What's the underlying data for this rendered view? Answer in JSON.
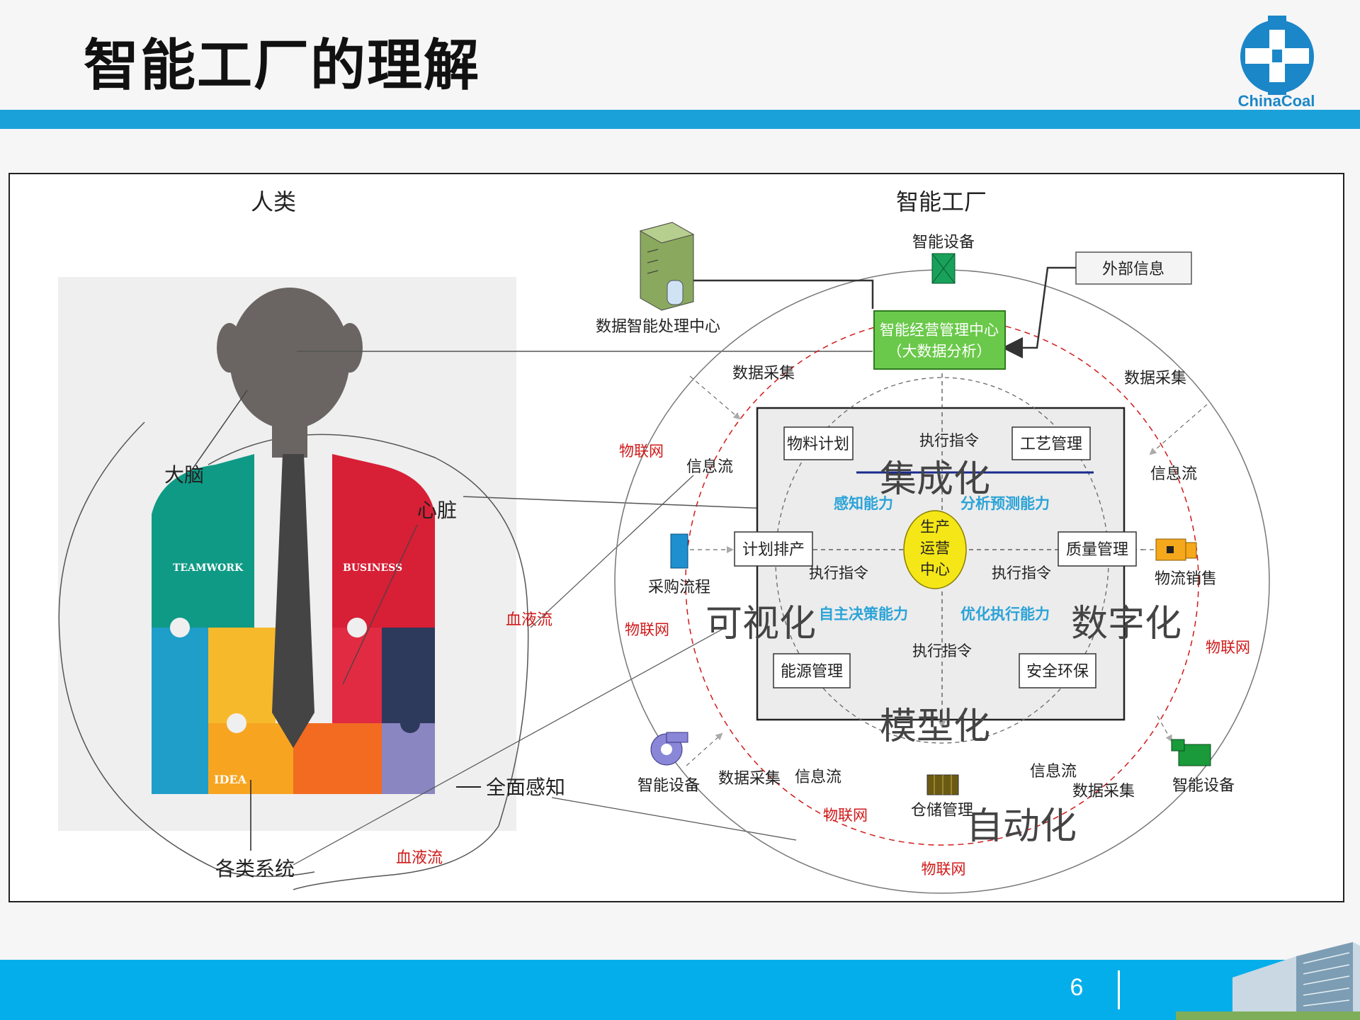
{
  "slide": {
    "title": "智能工厂的理解",
    "page_number": "6",
    "logo_text": "ChinaCoal"
  },
  "colors": {
    "accent_bar": "#1aa1da",
    "footer_bar": "#04aeea",
    "logo_blue": "#1b86c8",
    "green_box": "#6ac94a",
    "center_yellow": "#f5e617",
    "iot_red": "#d01a1a",
    "capability_blue": "#2ba3d8"
  },
  "diagram": {
    "left": {
      "heading": "人类",
      "brain": "大脑",
      "heart": "心脏",
      "blood_flow_1": "血液流",
      "blood_flow_2": "血液流",
      "full_perception": "全面感知",
      "systems": "各类系统",
      "teamwork": "TEAMWORK",
      "business": "BUSINESS",
      "idea": "IDEA"
    },
    "right": {
      "heading": "智能工厂",
      "top_device": "智能设备",
      "external_info": "外部信息",
      "data_center": "数据智能处理中心",
      "mgmt_center_line1": "智能经营管理中心",
      "mgmt_center_line2": "（大数据分析）",
      "data_collect_tl": "数据采集",
      "data_collect_tr": "数据采集",
      "data_collect_bl": "数据采集",
      "data_collect_br": "数据采集",
      "info_flow_l": "信息流",
      "info_flow_r": "信息流",
      "info_flow_bl": "信息流",
      "info_flow_br": "信息流",
      "iot_1": "物联网",
      "iot_2": "物联网",
      "iot_3": "物联网",
      "iot_4": "物联网",
      "iot_5": "物联网",
      "material_plan": "物料计划",
      "process_mgmt": "工艺管理",
      "plan_schedule": "计划排产",
      "quality_mgmt": "质量管理",
      "energy_mgmt": "能源管理",
      "safety_env": "安全环保",
      "center_line1": "生产",
      "center_line2": "运营",
      "center_line3": "中心",
      "exec_cmd_top": "执行指令",
      "exec_cmd_left": "执行指令",
      "exec_cmd_right": "执行指令",
      "exec_cmd_bottom": "执行指令",
      "integration": "集成化",
      "visualization": "可视化",
      "digitalization": "数字化",
      "modeling": "模型化",
      "automation": "自动化",
      "perception": "感知能力",
      "analysis": "分析预测能力",
      "decision": "自主决策能力",
      "optimization": "优化执行能力",
      "procurement": "采购流程",
      "logistics": "物流销售",
      "warehouse": "仓储管理",
      "device_left": "智能设备",
      "device_right": "智能设备"
    }
  }
}
